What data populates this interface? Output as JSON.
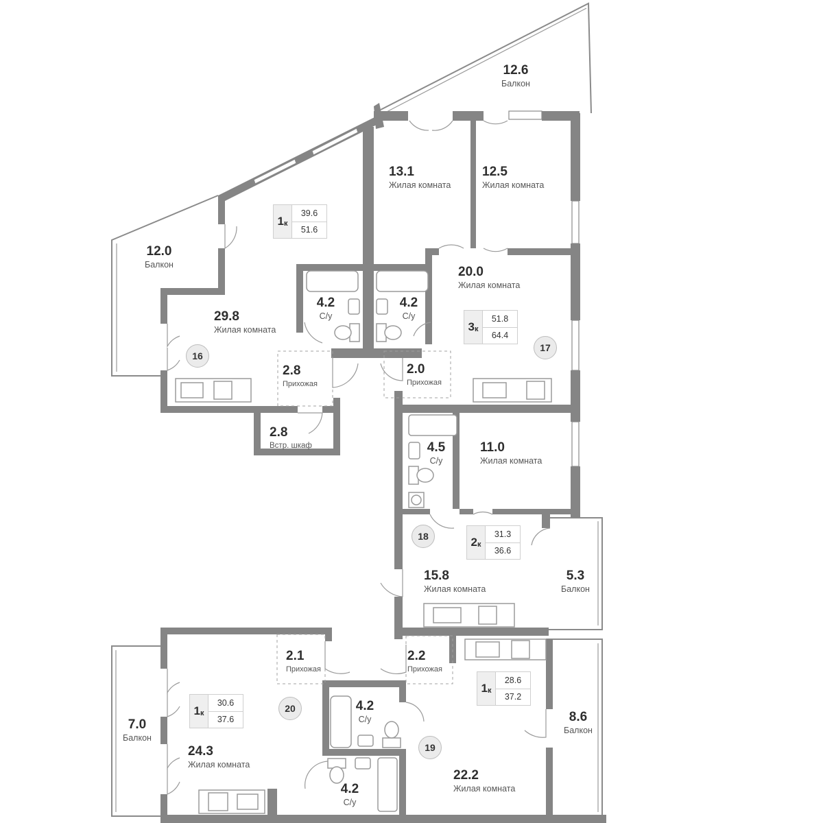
{
  "rooms": [
    {
      "area": "12.6",
      "name": "Балкон"
    },
    {
      "area": "13.1",
      "name": "Жилая комната"
    },
    {
      "area": "12.5",
      "name": "Жилая комната"
    },
    {
      "area": "12.0",
      "name": "Балкон"
    },
    {
      "area": "29.8",
      "name": "Жилая комната"
    },
    {
      "area": "4.2",
      "name": "С/у"
    },
    {
      "area": "4.2",
      "name": "С/у"
    },
    {
      "area": "20.0",
      "name": "Жилая комната"
    },
    {
      "area": "2.8",
      "name": "Прихожая"
    },
    {
      "area": "2.0",
      "name": "Прихожая"
    },
    {
      "area": "2.8",
      "name": "Встр. шкаф"
    },
    {
      "area": "4.5",
      "name": "С/у"
    },
    {
      "area": "11.0",
      "name": "Жилая комната"
    },
    {
      "area": "15.8",
      "name": "Жилая комната"
    },
    {
      "area": "5.3",
      "name": "Балкон"
    },
    {
      "area": "2.1",
      "name": "Прихожая"
    },
    {
      "area": "2.2",
      "name": "Прихожая"
    },
    {
      "area": "4.2",
      "name": "С/у"
    },
    {
      "area": "7.0",
      "name": "Балкон"
    },
    {
      "area": "24.3",
      "name": "Жилая комната"
    },
    {
      "area": "8.6",
      "name": "Балкон"
    },
    {
      "area": "22.2",
      "name": "Жилая комната"
    },
    {
      "area": "4.2",
      "name": "С/у"
    }
  ],
  "apartments": [
    {
      "number": "16",
      "rooms": "1",
      "suffix": "к",
      "living": "39.6",
      "total": "51.6"
    },
    {
      "number": "17",
      "rooms": "3",
      "suffix": "к",
      "living": "51.8",
      "total": "64.4"
    },
    {
      "number": "18",
      "rooms": "2",
      "suffix": "к",
      "living": "31.3",
      "total": "36.6"
    },
    {
      "number": "19",
      "rooms": "1",
      "suffix": "к",
      "living": "28.6",
      "total": "37.2"
    },
    {
      "number": "20",
      "rooms": "1",
      "suffix": "к",
      "living": "30.6",
      "total": "37.6"
    }
  ]
}
